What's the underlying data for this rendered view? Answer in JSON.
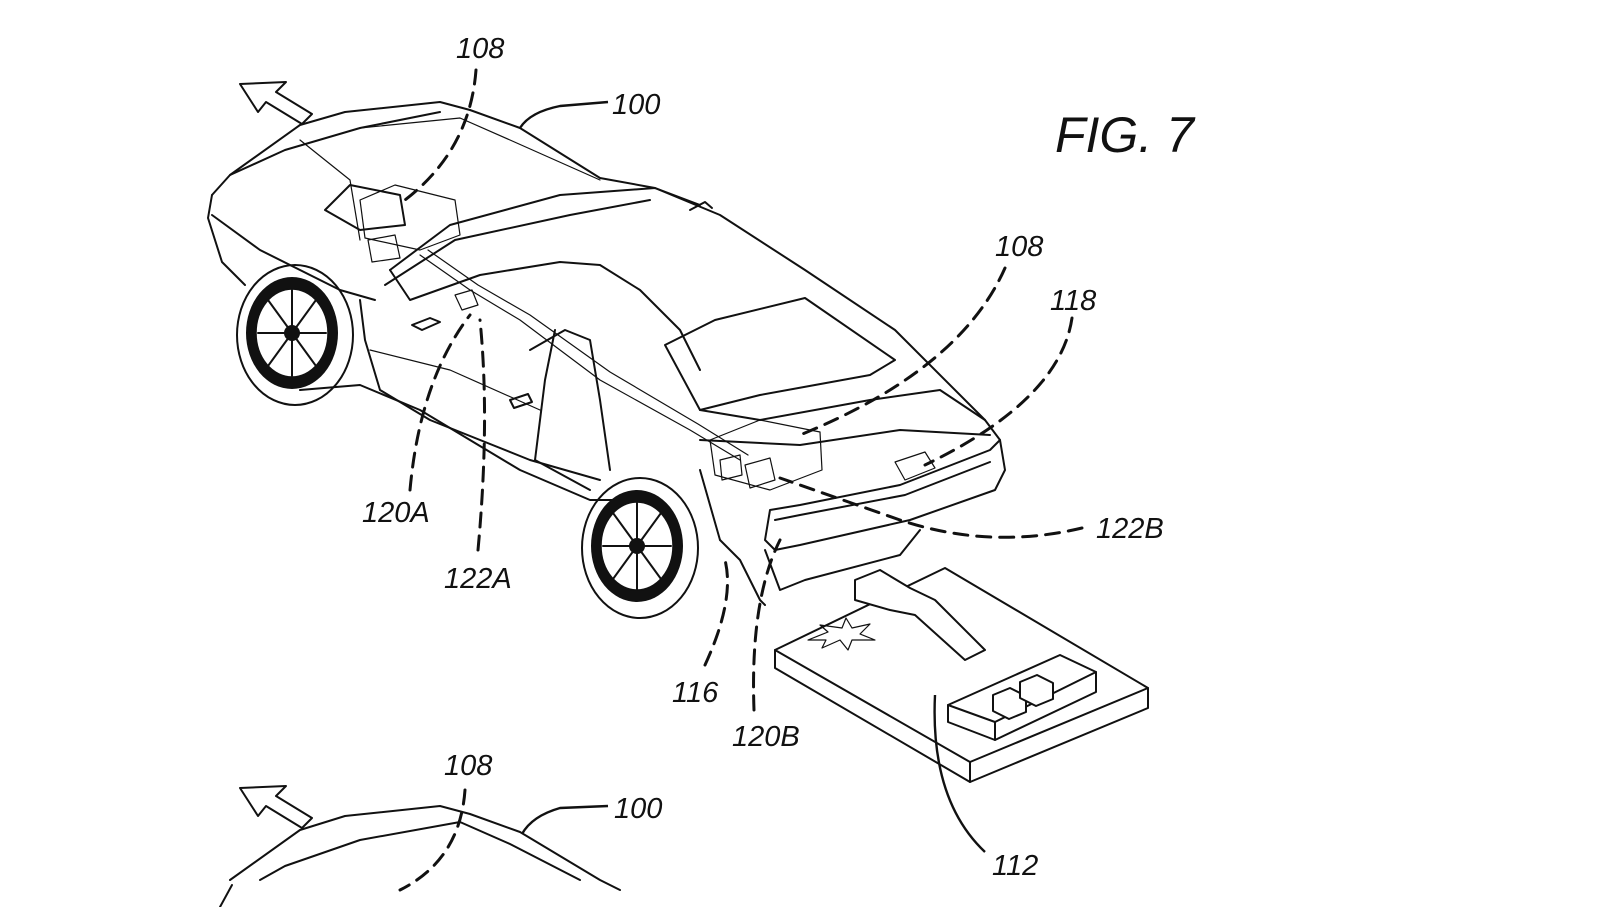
{
  "figure": {
    "title": "FIG. 7",
    "labels": {
      "car_top": "100",
      "car_bottom": "100",
      "module_front": "108",
      "module_rear": "108",
      "module_lower": "108",
      "wiring": "118",
      "sensor_front": "120A",
      "connector_front": "122A",
      "connector_rear": "122B",
      "bumper": "116",
      "sensor_rear": "120B",
      "obstacle": "112"
    },
    "icons": [
      "direction-arrow-icon",
      "impact-burst-icon"
    ]
  }
}
